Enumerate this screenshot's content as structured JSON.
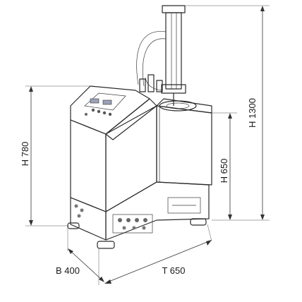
{
  "dimensions": {
    "height_total": "H 1300",
    "height_body": "H 780",
    "height_top": "H 650",
    "width": "B 400",
    "depth": "T 650"
  },
  "colors": {
    "line": "#2a2a2a",
    "panel_fill": "#f4f5fa",
    "shade": "#dfe2ee"
  }
}
